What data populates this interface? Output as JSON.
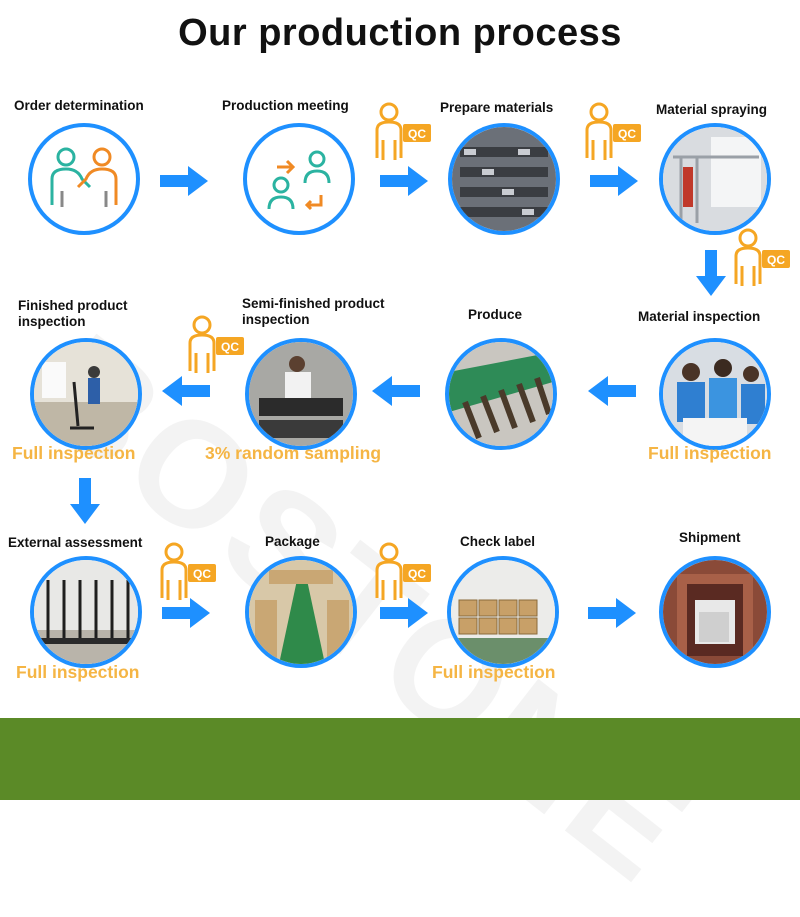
{
  "title": "Our production process",
  "watermark": "BOSTONE",
  "steps": [
    {
      "label": "Order determination",
      "icon": "handshake-icon"
    },
    {
      "label": "Production meeting",
      "icon": "meeting-icon"
    },
    {
      "label": "Prepare materials",
      "icon": "materials-photo"
    },
    {
      "label": "Material spraying",
      "icon": "spraying-photo"
    },
    {
      "label": "Material inspection",
      "icon": "inspection-photo",
      "note": "Full inspection"
    },
    {
      "label": "Produce",
      "icon": "production-line-photo"
    },
    {
      "label": "Semi-finished product inspection",
      "icon": "semi-finished-photo",
      "note": "3% random sampling"
    },
    {
      "label": "Finished product inspection",
      "icon": "finished-product-photo",
      "note": "Full inspection"
    },
    {
      "label": "External assessment",
      "icon": "assessment-photo",
      "note": "Full inspection"
    },
    {
      "label": "Package",
      "icon": "package-photo"
    },
    {
      "label": "Check label",
      "icon": "warehouse-photo",
      "note": "Full inspection"
    },
    {
      "label": "Shipment",
      "icon": "container-photo"
    }
  ],
  "qc_badge": "QC",
  "colors": {
    "accent_blue": "#1e90ff",
    "qc_orange": "#f5a623",
    "note_orange": "#f5b544",
    "footer_green": "#5b8a27"
  }
}
